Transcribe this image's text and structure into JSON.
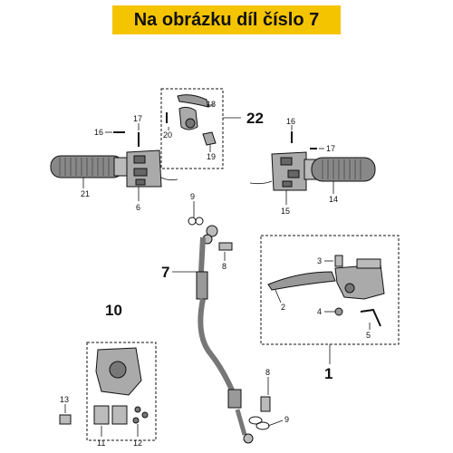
{
  "banner": {
    "text": "Na obrázku díl číslo 7",
    "bg": "#f5c400"
  },
  "callouts": {
    "c1": "1",
    "c2": "2",
    "c3": "3",
    "c4": "4",
    "c5": "5",
    "c6": "6",
    "c7": "7",
    "c8a": "8",
    "c8b": "8",
    "c9a": "9",
    "c9b": "9",
    "c10": "10",
    "c11": "11",
    "c12": "12",
    "c13": "13",
    "c14": "14",
    "c15": "15",
    "c16a": "16",
    "c16b": "16",
    "c17a": "17",
    "c17b": "17",
    "c18": "18",
    "c19": "19",
    "c20": "20",
    "c21": "21",
    "c22": "22"
  }
}
